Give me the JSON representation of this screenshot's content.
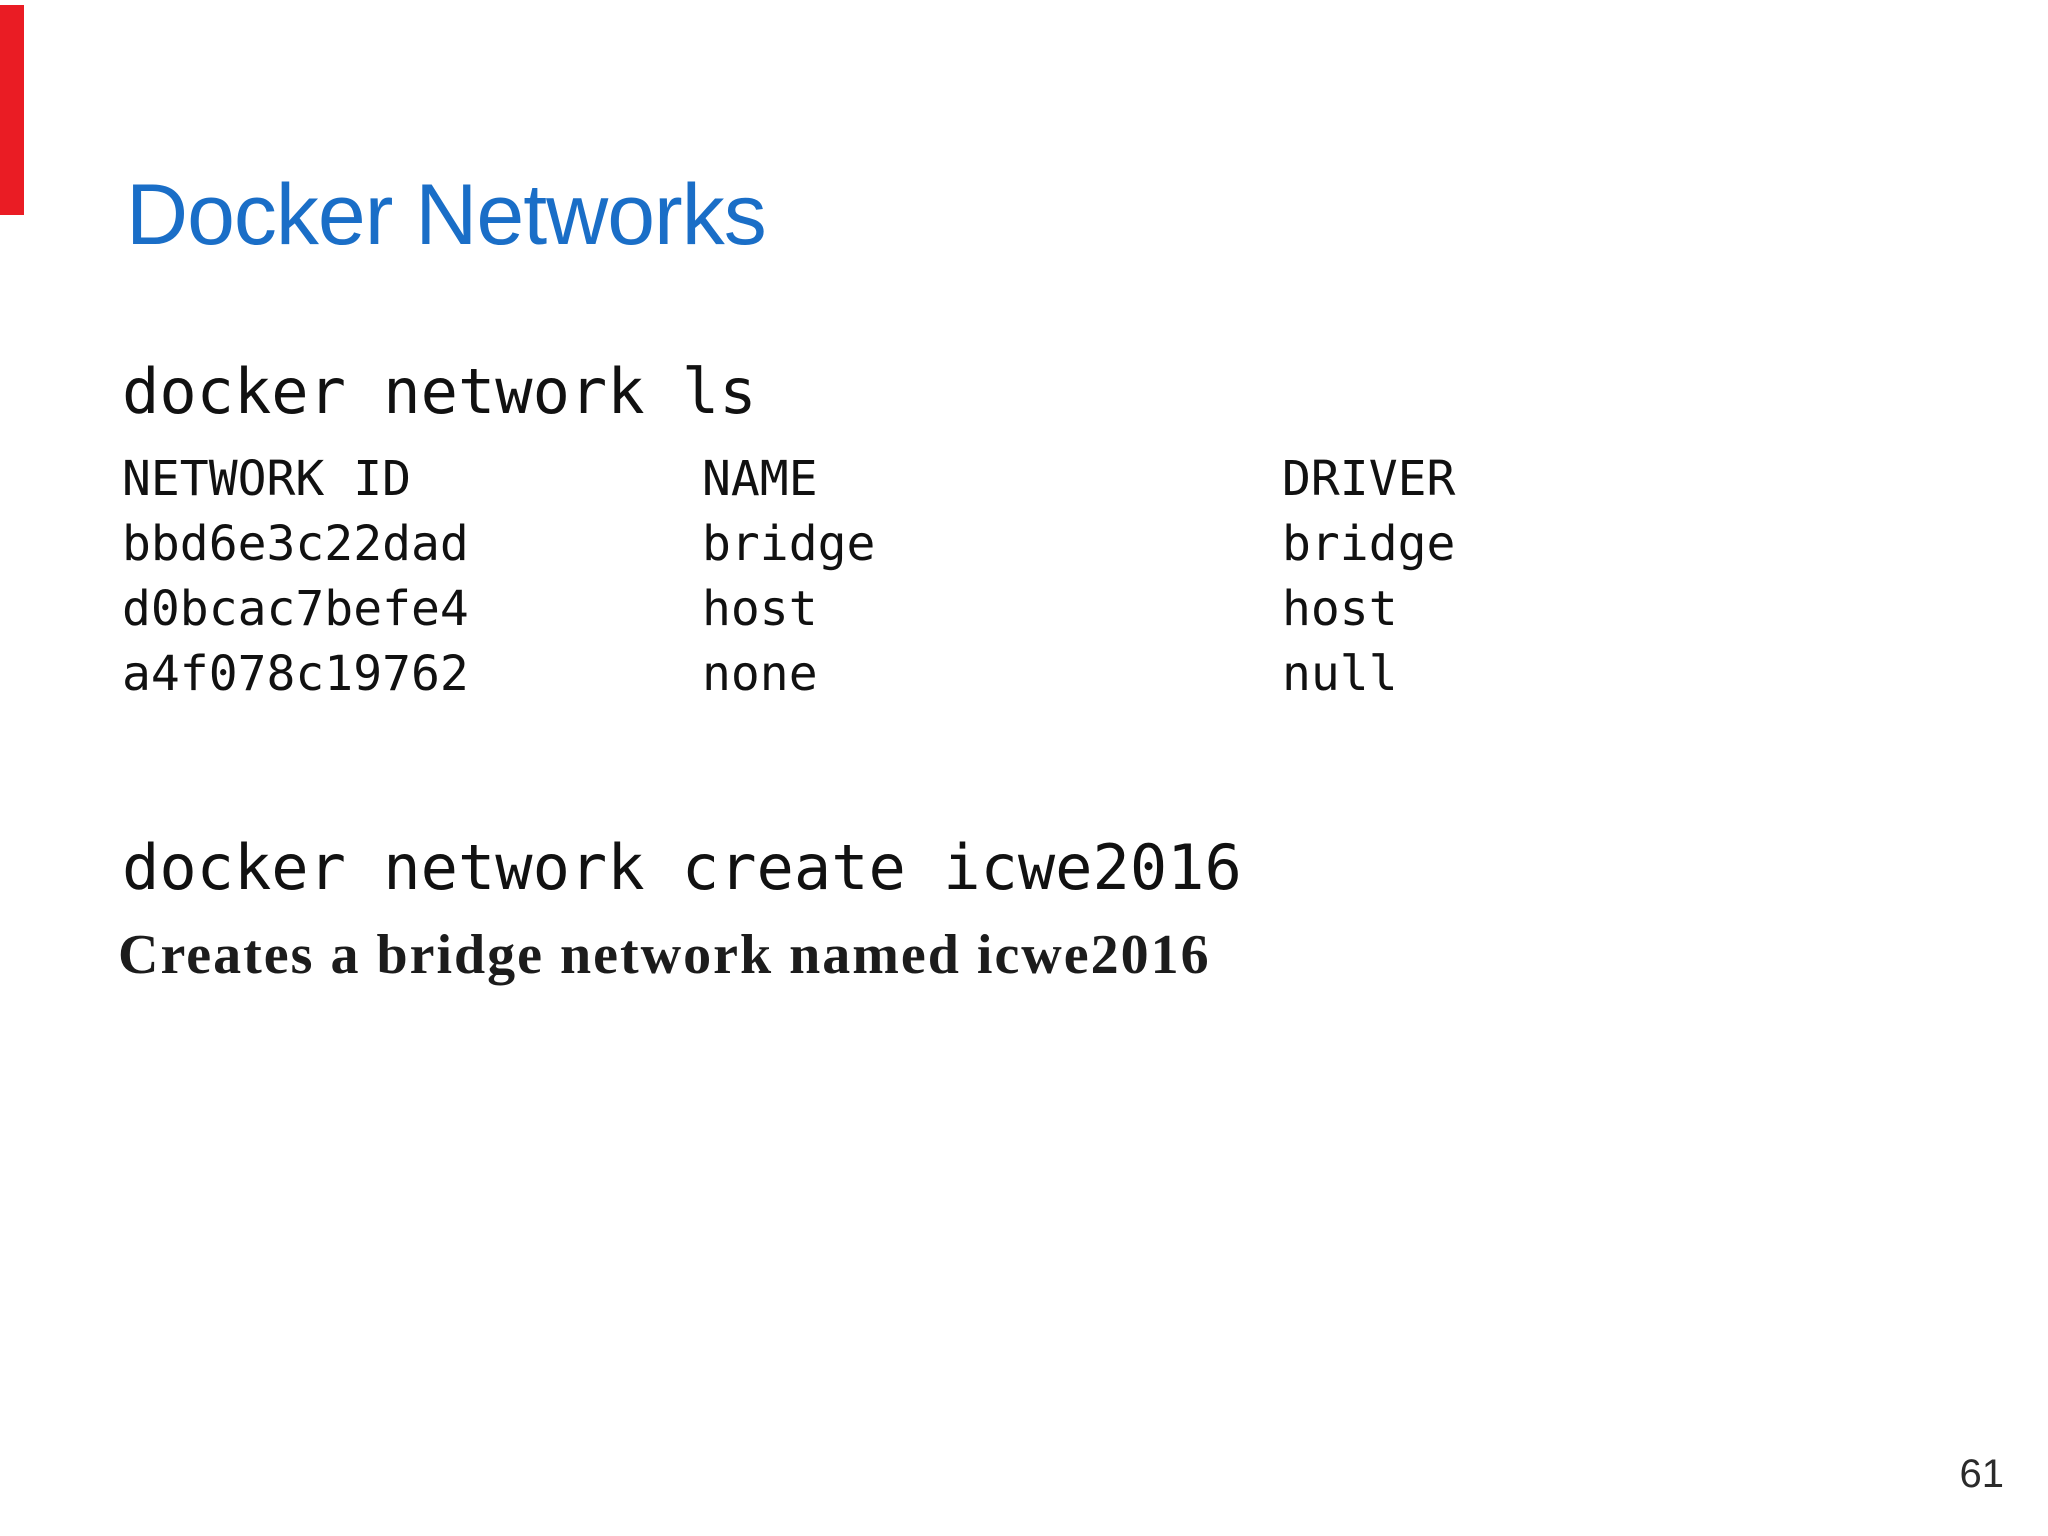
{
  "slide": {
    "title": "Docker Networks",
    "page_number": "61",
    "colors": {
      "title_accent": "#1a6ec7",
      "red_bar": "#ea1c24",
      "text": "#111111",
      "background": "#ffffff"
    }
  },
  "terminal": {
    "command_ls": "docker network ls",
    "network_table": {
      "headers": [
        "NETWORK ID",
        "NAME",
        "DRIVER"
      ],
      "rows": [
        {
          "network_id": "bbd6e3c22dad",
          "name": "bridge",
          "driver": "bridge"
        },
        {
          "network_id": "d0bcac7befe4",
          "name": "host",
          "driver": "host"
        },
        {
          "network_id": "a4f078c19762",
          "name": "none",
          "driver": "null"
        }
      ]
    },
    "command_create": "docker network create icwe2016",
    "annotation": "Creates a bridge network named icwe2016"
  }
}
